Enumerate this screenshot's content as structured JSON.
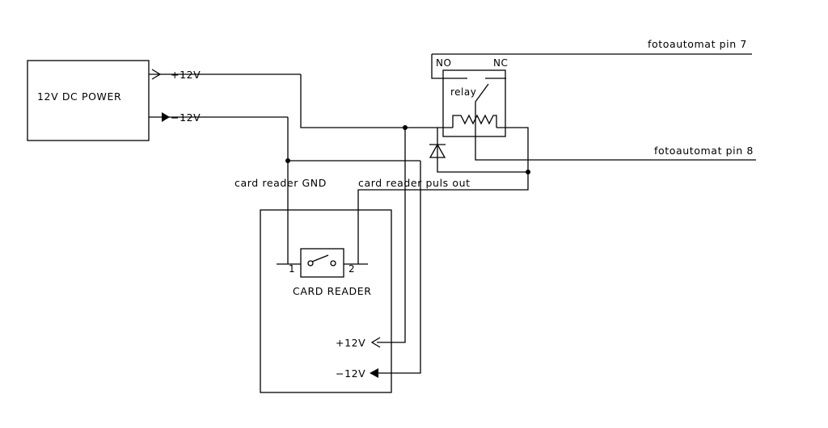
{
  "power_supply": {
    "label": "12V DC POWER",
    "pos_label": "+12V",
    "neg_label": "−12V"
  },
  "relay": {
    "label": "relay",
    "no_label": "NO",
    "nc_label": "NC"
  },
  "outputs": {
    "pin7": "fotoautomat pin 7",
    "pin8": "fotoautomat pin 8"
  },
  "card_reader": {
    "label": "CARD READER",
    "gnd_label": "card reader GND",
    "puls_label": "card reader puls out",
    "pin1": "1",
    "pin2": "2",
    "pos_label": "+12V",
    "neg_label": "−12V"
  }
}
